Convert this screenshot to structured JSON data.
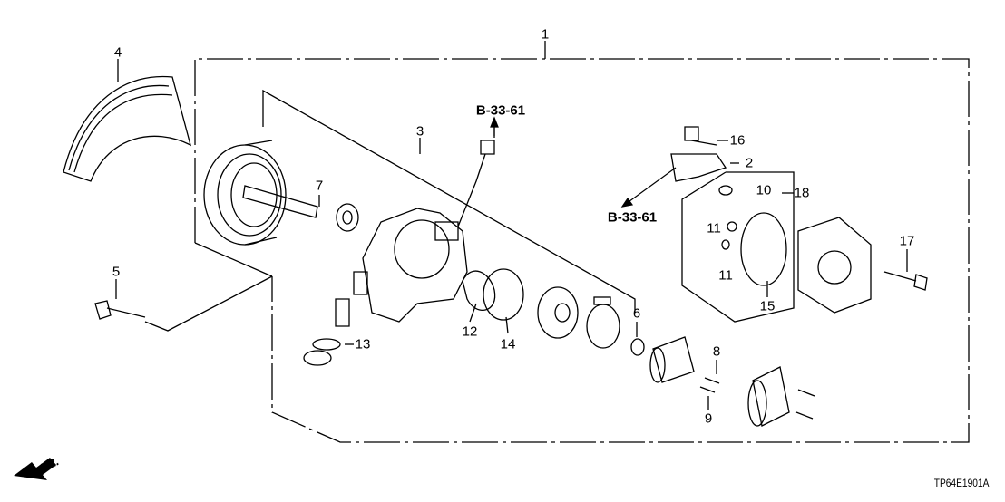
{
  "diagram": {
    "callouts": [
      {
        "id": "1",
        "text": "1"
      },
      {
        "id": "2",
        "text": "2"
      },
      {
        "id": "3",
        "text": "3"
      },
      {
        "id": "4",
        "text": "4"
      },
      {
        "id": "5",
        "text": "5"
      },
      {
        "id": "6",
        "text": "6"
      },
      {
        "id": "7",
        "text": "7"
      },
      {
        "id": "8",
        "text": "8"
      },
      {
        "id": "9",
        "text": "9"
      },
      {
        "id": "10",
        "text": "10"
      },
      {
        "id": "11a",
        "text": "11"
      },
      {
        "id": "11b",
        "text": "11"
      },
      {
        "id": "12",
        "text": "12"
      },
      {
        "id": "13",
        "text": "13"
      },
      {
        "id": "14",
        "text": "14"
      },
      {
        "id": "15",
        "text": "15"
      },
      {
        "id": "16",
        "text": "16"
      },
      {
        "id": "17",
        "text": "17"
      },
      {
        "id": "18",
        "text": "18"
      }
    ],
    "references": [
      "B-33-61",
      "B-33-61"
    ],
    "front_marker": "FR.",
    "diagram_code": "TP64E1901A"
  }
}
